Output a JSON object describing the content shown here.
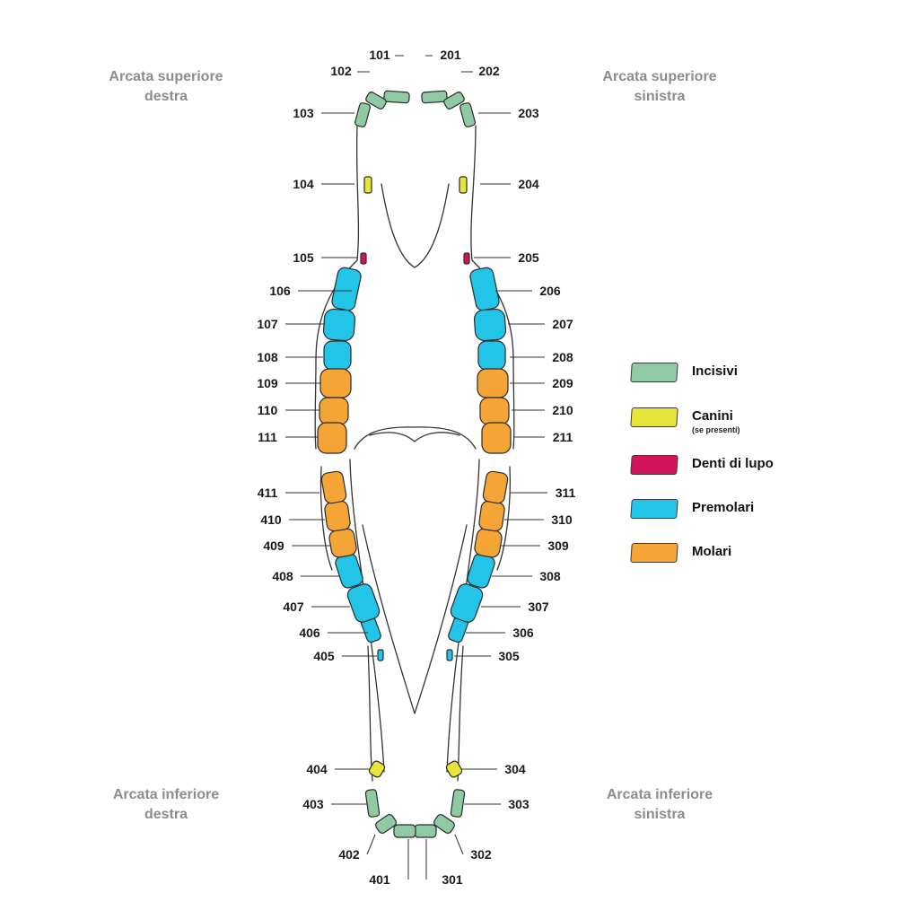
{
  "regions": {
    "upper_right": [
      "Arcata superiore",
      "destra"
    ],
    "upper_left": [
      "Arcata superiore",
      "sinistra"
    ],
    "lower_right": [
      "Arcata inferiore",
      "destra"
    ],
    "lower_left": [
      "Arcata inferiore",
      "sinistra"
    ]
  },
  "legend": [
    {
      "key": "incisivi",
      "label": "Incisivi",
      "sub": "",
      "color": "#8fcaa5"
    },
    {
      "key": "canini",
      "label": "Canini",
      "sub": "(se presenti)",
      "color": "#e8e53a"
    },
    {
      "key": "lupo",
      "label": "Denti di lupo",
      "sub": "",
      "color": "#d4145a"
    },
    {
      "key": "premolari",
      "label": "Premolari",
      "sub": "",
      "color": "#22c4e8"
    },
    {
      "key": "molari",
      "label": "Molari",
      "sub": "",
      "color": "#f5a535"
    }
  ],
  "teeth": {
    "101": "incisivi",
    "102": "incisivi",
    "103": "incisivi",
    "201": "incisivi",
    "202": "incisivi",
    "203": "incisivi",
    "104": "canini",
    "204": "canini",
    "105": "lupo",
    "205": "lupo",
    "106": "premolari",
    "107": "premolari",
    "108": "premolari",
    "206": "premolari",
    "207": "premolari",
    "208": "premolari",
    "109": "molari",
    "110": "molari",
    "111": "molari",
    "209": "molari",
    "210": "molari",
    "211": "molari",
    "401": "incisivi",
    "402": "incisivi",
    "403": "incisivi",
    "301": "incisivi",
    "302": "incisivi",
    "303": "incisivi",
    "404": "canini",
    "304": "canini",
    "405": "premolari",
    "305": "premolari",
    "406": "premolari",
    "407": "premolari",
    "408": "premolari",
    "306": "premolari",
    "307": "premolari",
    "308": "premolari",
    "409": "molari",
    "410": "molari",
    "411": "molari",
    "309": "molari",
    "310": "molari",
    "311": "molari"
  }
}
